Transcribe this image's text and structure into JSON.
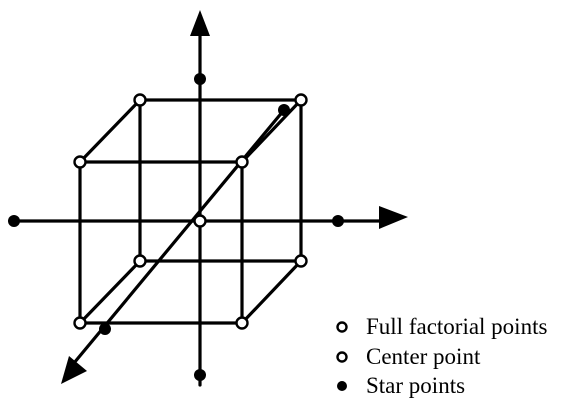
{
  "legend": {
    "items": [
      {
        "marker": "open",
        "label": "Full factorial points"
      },
      {
        "marker": "open",
        "label": "Center point"
      },
      {
        "marker": "filled",
        "label": "Star points"
      }
    ]
  },
  "colors": {
    "stroke": "#000000",
    "background": "#ffffff"
  }
}
